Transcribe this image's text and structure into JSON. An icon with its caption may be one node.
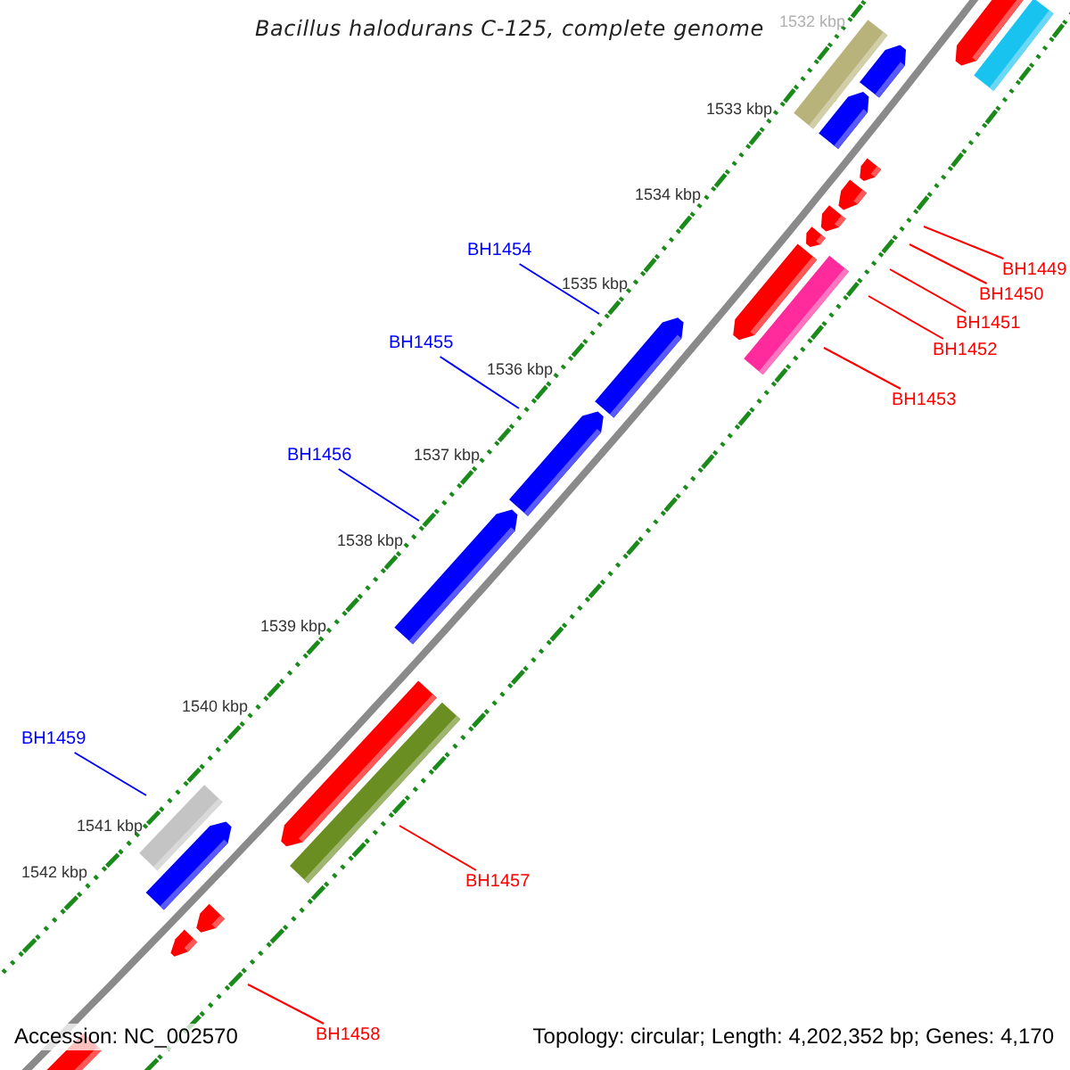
{
  "diagram": {
    "title": "Bacillus halodurans C-125, complete genome",
    "nodes": [
      {
        "text": [
          "BH1449"
        ]
      },
      {
        "text": [
          "BH1450"
        ]
      },
      {
        "text": [
          "BH1451"
        ]
      },
      {
        "text": [
          "BH1452"
        ]
      },
      {
        "text": [
          "BH1453"
        ]
      },
      {
        "text": [
          "BH1454"
        ]
      },
      {
        "text": [
          "BH1455"
        ]
      },
      {
        "text": [
          "BH1456"
        ]
      },
      {
        "text": [
          "BH1457"
        ]
      },
      {
        "text": [
          "BH1458"
        ]
      },
      {
        "text": [
          "BH1459"
        ]
      }
    ],
    "edges": [
      {
        "from": 0,
        "to": null,
        "arrow": "none"
      },
      {
        "from": 1,
        "to": null,
        "arrow": "none"
      },
      {
        "from": 2,
        "to": null,
        "arrow": "none"
      },
      {
        "from": 3,
        "to": null,
        "arrow": "none"
      },
      {
        "from": 4,
        "to": null,
        "arrow": "none"
      },
      {
        "from": 5,
        "to": null,
        "arrow": "none",
        "color": "#0000ff"
      },
      {
        "from": 6,
        "to": null,
        "arrow": "none",
        "color": "#0000ff"
      },
      {
        "from": 7,
        "to": null,
        "arrow": "none",
        "color": "#0000ff"
      },
      {
        "from": 8,
        "to": null,
        "arrow": "none"
      },
      {
        "from": 9,
        "to": null,
        "arrow": "none"
      },
      {
        "from": 10,
        "to": null,
        "arrow": "none",
        "color": "#0000ff"
      }
    ],
    "labels": [
      "1532 kbp",
      "1533 kbp",
      "1534 kbp",
      "1535 kbp",
      "1536 kbp",
      "1537 kbp",
      "1538 kbp",
      "1539 kbp",
      "1540 kbp",
      "1541 kbp",
      "1542 kbp",
      "Accession: NC_002570",
      "Topology: circular; Length: 4,202,352 bp; Genes: 4,170"
    ]
  }
}
